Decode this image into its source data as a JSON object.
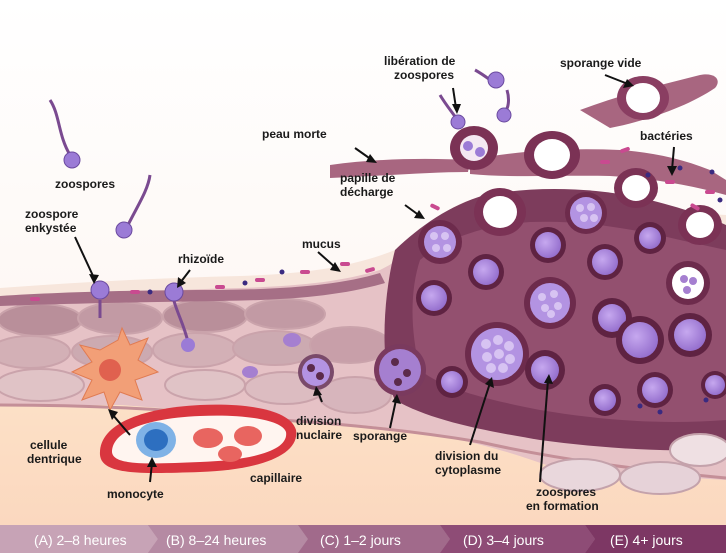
{
  "labels": {
    "zoospores": "zoospores",
    "zoospore_enkystee_l1": "zoospore",
    "zoospore_enkystee_l2": "enkystée",
    "rhizoide": "rhizoïde",
    "mucus": "mucus",
    "peau_morte": "peau morte",
    "papille_l1": "papille de",
    "papille_l2": "décharge",
    "liberation_l1": "libération de",
    "liberation_l2": "zoospores",
    "sporange_vide": "sporange vide",
    "bacteries": "bactéries",
    "cellule_l1": "cellule",
    "cellule_l2": "dentrique",
    "monocyte": "monocyte",
    "capillaire": "capillaire",
    "division_nuc_l1": "division",
    "division_nuc_l2": "nuclaire",
    "sporange": "sporange",
    "division_cyto_l1": "division du",
    "division_cyto_l2": "cytoplasme",
    "zoospores_form_l1": "zoospores",
    "zoospores_form_l2": "en formation"
  },
  "stages": [
    {
      "label": "(A) 2–8 heures"
    },
    {
      "label": "(B) 8–24 heures"
    },
    {
      "label": "(C) 1–2 jours"
    },
    {
      "label": "(D) 3–4 jours"
    },
    {
      "label": "(E) 4+ jours"
    }
  ],
  "colors": {
    "skin_light": "#e8c9c9",
    "skin_mid": "#b58a96",
    "skin_dark": "#7c3f5c",
    "nucleus": "#a57fd0",
    "zoospore": "#9b7bd6",
    "mucus": "#f6e7dd",
    "dermis": "#fbe3cf",
    "capillary": "#d9363f",
    "timeline": "#8a2a55"
  }
}
